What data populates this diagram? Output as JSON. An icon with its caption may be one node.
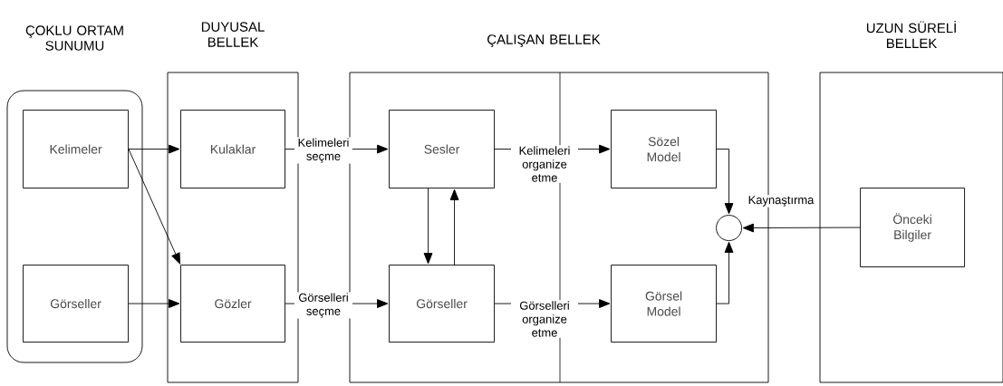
{
  "diagram": {
    "nodes": [
      {
        "text": [
          "ÇOKLU ORTAM SUNUMU"
        ]
      },
      {
        "text": [
          "Kelimeler"
        ],
        "in": 0
      },
      {
        "text": [
          "Görseller"
        ],
        "in": 0
      },
      {
        "text": [
          "DUYUSAL BELLEK"
        ]
      },
      {
        "text": [
          "Kulaklar"
        ],
        "in": 3
      },
      {
        "text": [
          "Gözler"
        ],
        "in": 3
      },
      {
        "text": [
          "ÇALIŞAN BELLEK"
        ]
      },
      {
        "text": [
          "Sesler"
        ],
        "in": 6
      },
      {
        "text": [
          "Görseller"
        ],
        "in": 6
      },
      {
        "text": [
          "Sözel Model"
        ],
        "in": 6
      },
      {
        "text": [
          "Görsel Model"
        ],
        "in": 6
      },
      {
        "text": [],
        "shape": "circle",
        "in": 6
      },
      {
        "text": [
          "UZUN SÜRELİ BELLEK"
        ]
      },
      {
        "text": [
          "Önceki Bilgiler"
        ],
        "in": 12
      }
    ],
    "edges": [
      {
        "from": 1,
        "to": 4,
        "arrow": "to"
      },
      {
        "from": 1,
        "to": 5,
        "arrow": "to"
      },
      {
        "from": 2,
        "to": 5,
        "arrow": "to"
      },
      {
        "from": 4,
        "to": 7,
        "arrow": "to",
        "label": "Kelimeleri seçme"
      },
      {
        "from": 5,
        "to": 8,
        "arrow": "to",
        "label": "Görselleri seçme"
      },
      {
        "from": 7,
        "to": 8,
        "arrow": "to"
      },
      {
        "from": 8,
        "to": 7,
        "arrow": "to"
      },
      {
        "from": 7,
        "to": 9,
        "arrow": "to",
        "label": "Kelimeleri organize etme"
      },
      {
        "from": 8,
        "to": 10,
        "arrow": "to",
        "label": "Görselleri organize etme"
      },
      {
        "from": 9,
        "to": 11,
        "arrow": "to"
      },
      {
        "from": 10,
        "to": 11,
        "arrow": "to"
      },
      {
        "from": 13,
        "to": 11,
        "arrow": "to",
        "label": "Kaynaştırma"
      }
    ]
  }
}
